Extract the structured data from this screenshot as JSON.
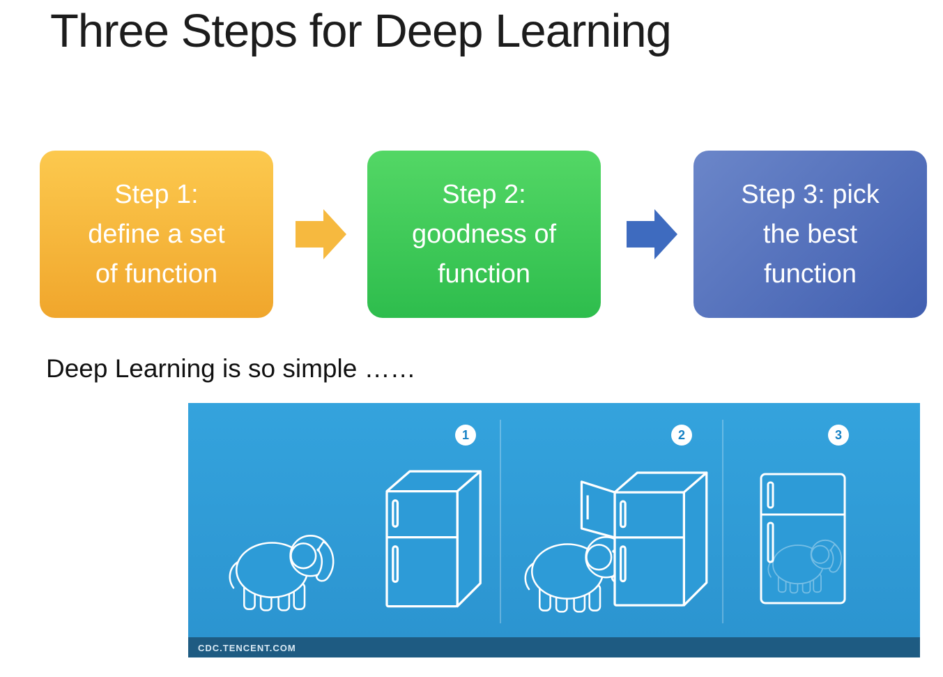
{
  "slide": {
    "title": "Three Steps for Deep Learning",
    "caption": "Deep Learning is so simple ……"
  },
  "steps": [
    {
      "lines": [
        "Step 1:",
        "define a set",
        "of function"
      ],
      "color_top": "#FCC94E",
      "color_bottom": "#F0A62C"
    },
    {
      "lines": [
        "Step 2:",
        "goodness of",
        "function"
      ],
      "color_top": "#53D765",
      "color_bottom": "#2EBD4D"
    },
    {
      "lines": [
        "Step 3: pick",
        "the best",
        "function"
      ],
      "color_top": "#6B86C9",
      "color_bottom": "#415FB0"
    }
  ],
  "arrows": [
    {
      "color": "#F6B93F"
    },
    {
      "color": "#3E6BBF"
    }
  ],
  "figure": {
    "background": "#2D9BD7",
    "panel_numbers": [
      "1",
      "2",
      "3"
    ],
    "watermark": "CDC.TENCENT.COM",
    "number_color": "#1581C5"
  }
}
